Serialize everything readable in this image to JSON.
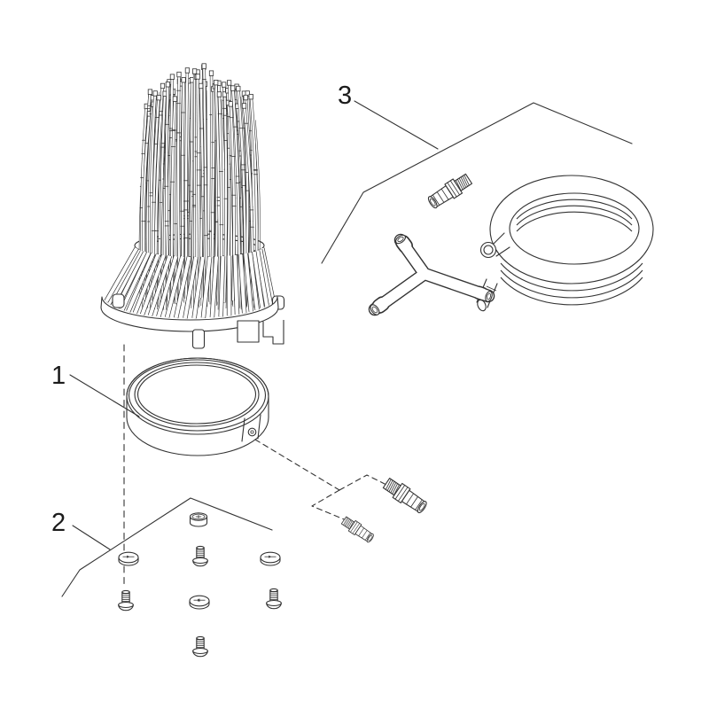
{
  "figure": {
    "background": "#ffffff",
    "line_color": "#333333",
    "text_color": "#1b1b1b",
    "callouts": [
      {
        "label": "1"
      },
      {
        "label": "2"
      },
      {
        "label": "3"
      }
    ]
  }
}
